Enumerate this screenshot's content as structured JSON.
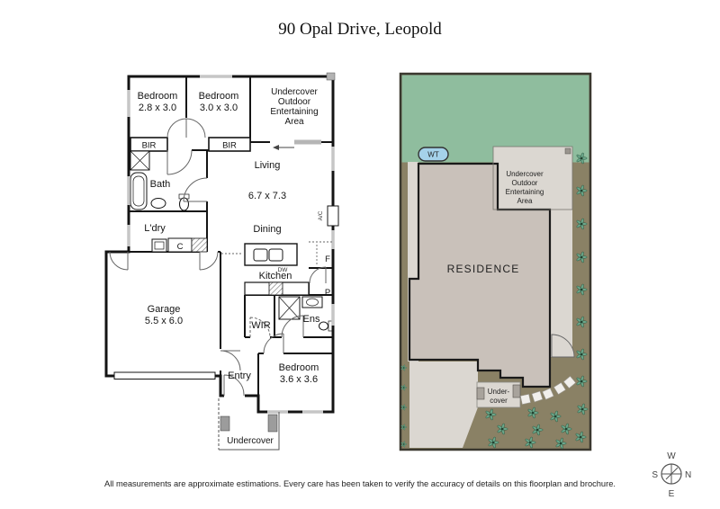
{
  "title": "90 Opal Drive, Leopold",
  "disclaimer": "All measurements are approximate estimations. Every care has been taken to verify the accuracy of details on this floorplan and brochure.",
  "floorplan": {
    "bedroom1_name": "Bedroom",
    "bedroom1_size": "2.8 x 3.0",
    "bedroom2_name": "Bedroom",
    "bedroom2_size": "3.0 x 3.0",
    "uoea_line1": "Undercover",
    "uoea_line2": "Outdoor",
    "uoea_line3": "Entertaining",
    "uoea_line4": "Area",
    "bir_left": "BIR",
    "bir_right": "BIR",
    "bath": "Bath",
    "living": "Living",
    "living_size": "6.7 x 7.3",
    "dining": "Dining",
    "laundry": "L'dry",
    "cupboard": "C",
    "kitchen": "Kitchen",
    "dishwasher": "DW",
    "fridge": "F",
    "pantry": "P",
    "aircon": "A/C",
    "wir": "WIR",
    "ensuite": "Ens",
    "garage_name": "Garage",
    "garage_size": "5.5 x 6.0",
    "entry": "Entry",
    "bedroom3_name": "Bedroom",
    "bedroom3_size": "3.6 x 3.6",
    "undercover": "Undercover"
  },
  "siteplan": {
    "water_tank": "WT",
    "uoea_line1": "Undercover",
    "uoea_line2": "Outdoor",
    "uoea_line3": "Entertaining",
    "uoea_line4": "Area",
    "residence": "RESIDENCE",
    "undercover_line1": "Under-",
    "undercover_line2": "cover"
  },
  "compass": {
    "north": "N",
    "south": "S",
    "east": "E",
    "west": "W"
  },
  "colors": {
    "grass": "#8fbd9e",
    "residence": "#c9c1ba",
    "paving": "#dbd7d1",
    "garden": "#8a8165",
    "water_tank": "#a5d2ea",
    "wall": "#141414"
  }
}
